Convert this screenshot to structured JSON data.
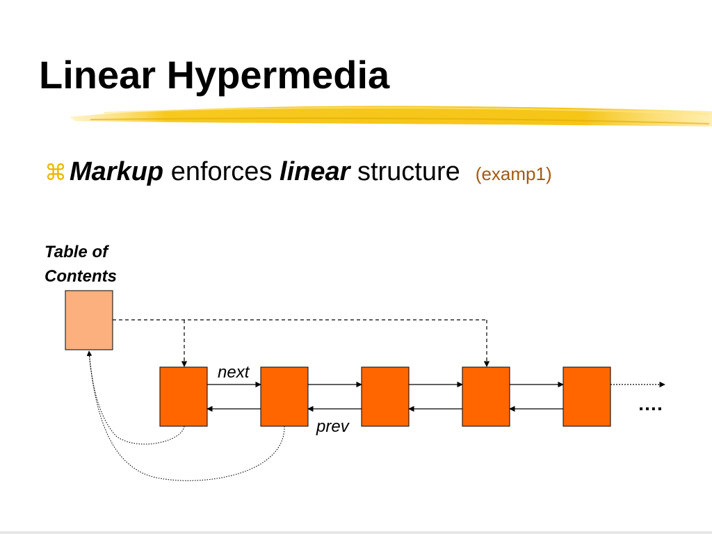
{
  "slide": {
    "title": "Linear Hypermedia",
    "bullet": {
      "glyph": "⌘",
      "parts": [
        "Markup",
        " enforces ",
        "linear",
        " structure"
      ],
      "reference": "(examp1)"
    }
  },
  "diagram": {
    "toc_label_line1": "Table of",
    "toc_label_line2": "Contents",
    "next_label": "next",
    "prev_label": "prev",
    "ellipsis": "….",
    "page_count": 5,
    "colors": {
      "toc_fill": "#fbb07e",
      "page_fill": "#ff6600",
      "stroke": "#000000",
      "title_brush": "#f5c518"
    }
  }
}
